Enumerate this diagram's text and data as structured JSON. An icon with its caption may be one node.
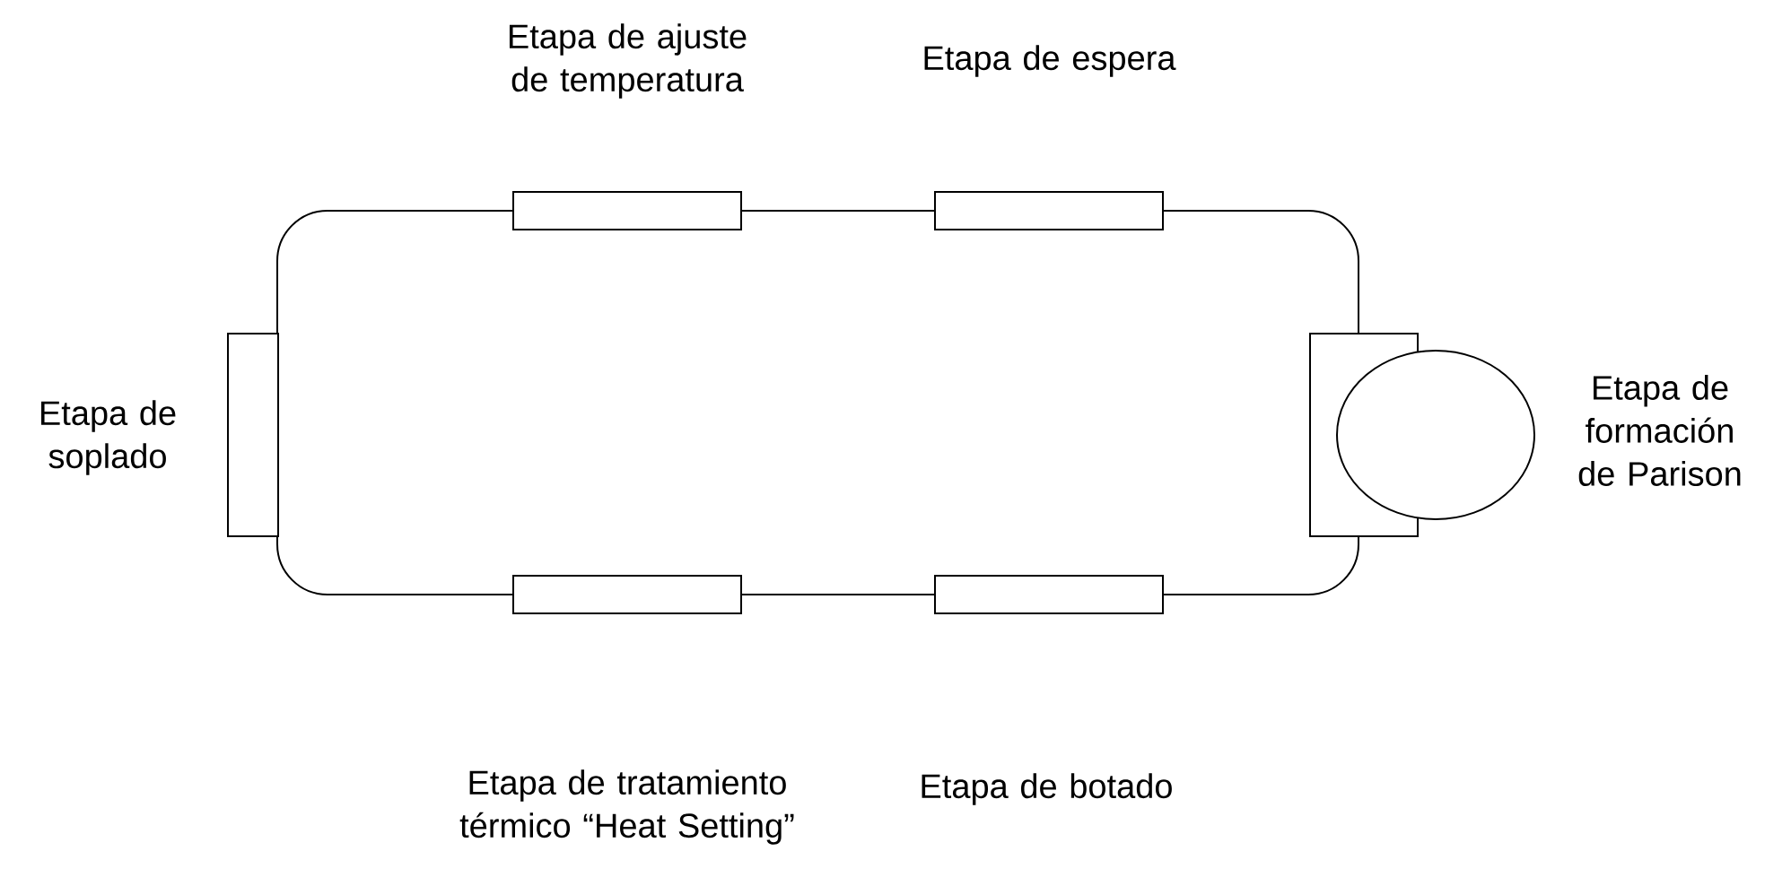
{
  "diagram": {
    "nodes": [
      {
        "text": [
          "Etapa de ajuste de temperatura"
        ]
      },
      {
        "text": [
          "Etapa de espera"
        ]
      },
      {
        "text": [
          "Etapa de soplado"
        ]
      },
      {
        "text": [
          "Etapa de formación de Parison"
        ]
      },
      {
        "text": [
          "Etapa de tratamiento térmico “Heat Setting”"
        ]
      },
      {
        "text": [
          "Etapa de botado"
        ]
      }
    ],
    "edges": [
      {
        "from": 0,
        "to": 1,
        "arrow": "none"
      },
      {
        "from": 1,
        "to": 3,
        "arrow": "none"
      },
      {
        "from": 3,
        "to": 5,
        "arrow": "none"
      },
      {
        "from": 5,
        "to": 4,
        "arrow": "none"
      },
      {
        "from": 4,
        "to": 2,
        "arrow": "none"
      },
      {
        "from": 2,
        "to": 0,
        "arrow": "none"
      }
    ]
  }
}
